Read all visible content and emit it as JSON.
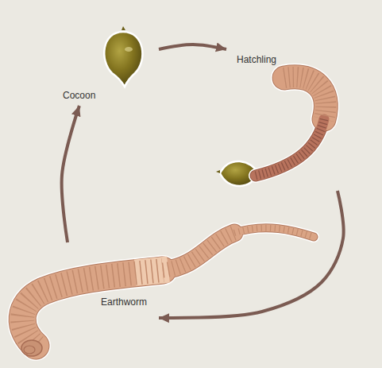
{
  "diagram": {
    "nodes": [
      {
        "text": [
          "Cocoon"
        ]
      },
      {
        "text": [
          "Hatchling"
        ]
      },
      {
        "text": [
          "Earthworm"
        ]
      }
    ],
    "edges": [
      {
        "from": 0,
        "to": 1,
        "arrow": "to"
      },
      {
        "from": 1,
        "to": 2,
        "arrow": "to"
      },
      {
        "from": 2,
        "to": 0,
        "arrow": "to"
      }
    ]
  }
}
